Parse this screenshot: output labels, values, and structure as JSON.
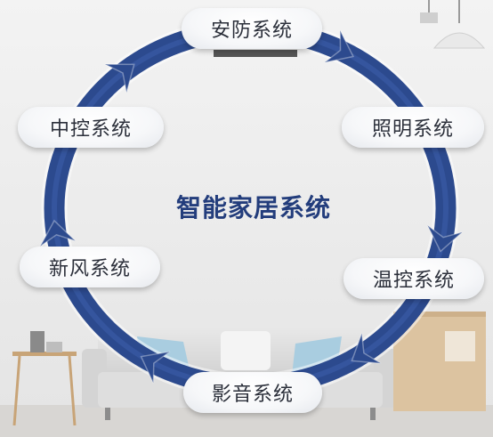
{
  "diagram": {
    "center_title": "智能家居系统",
    "nodes": [
      {
        "id": "security",
        "label": "安防系统"
      },
      {
        "id": "lighting",
        "label": "照明系统"
      },
      {
        "id": "temperature",
        "label": "温控系统"
      },
      {
        "id": "audio-video",
        "label": "影音系统"
      },
      {
        "id": "fresh-air",
        "label": "新风系统"
      },
      {
        "id": "central-control",
        "label": "中控系统"
      }
    ],
    "cycle_direction": "clockwise"
  },
  "colors": {
    "ring": "#2c4a8e",
    "ring_light": "#3c5ea8",
    "title": "#233d7c",
    "node_text": "#2b2f3a"
  }
}
